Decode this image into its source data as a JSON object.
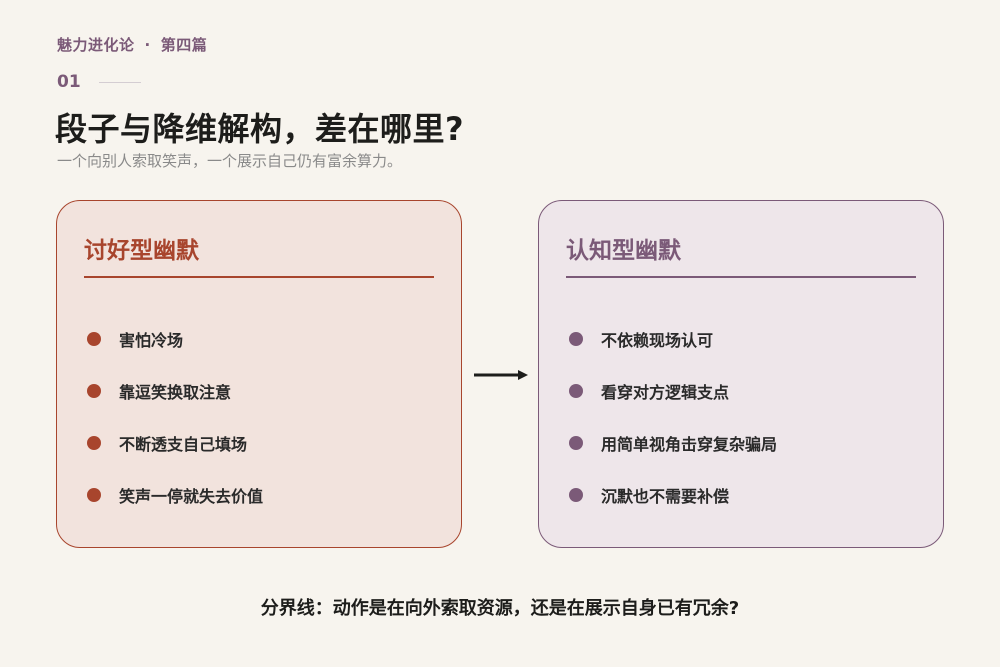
{
  "header": {
    "series": "魅力进化论",
    "separator": "·",
    "episode": "第四篇",
    "number": "01"
  },
  "title": "段子与降维解构，差在哪里?",
  "subtitle": "一个向别人索取笑声，一个展示自己仍有富余算力。",
  "left_card": {
    "title": "讨好型幽默",
    "items": [
      "害怕冷场",
      "靠逗笑换取注意",
      "不断透支自己填场",
      "笑声一停就失去价值"
    ]
  },
  "right_card": {
    "title": "认知型幽默",
    "items": [
      "不依赖现场认可",
      "看穿对方逻辑支点",
      "用简单视角击穿复杂骗局",
      "沉默也不需要补偿"
    ]
  },
  "footer": "分界线：动作是在向外索取资源，还是在展示自身已有冗余?",
  "colors": {
    "accent_left": "#a8452d",
    "accent_right": "#7b5a78",
    "background": "#f7f4ee"
  },
  "icons": {
    "connector": "arrow-right-icon"
  }
}
